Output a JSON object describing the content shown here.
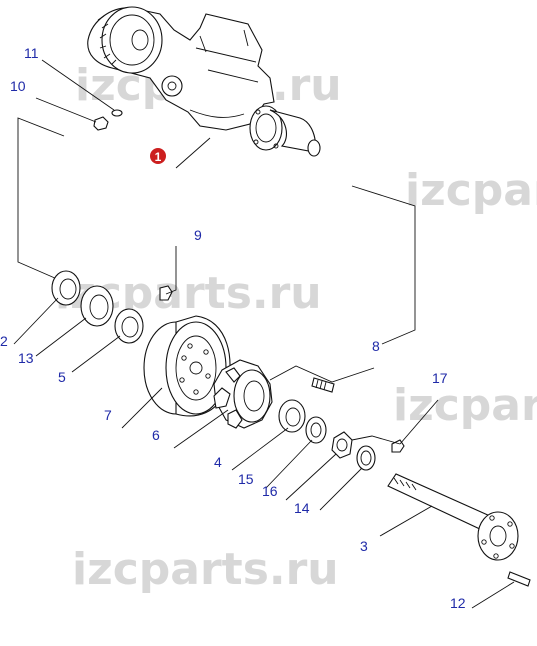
{
  "watermark": {
    "text": "izcparts.ru",
    "color": "#d7d7d7"
  },
  "callouts": {
    "c1": "1",
    "c2": "2",
    "c3": "3",
    "c4": "4",
    "c5": "5",
    "c6": "6",
    "c7": "7",
    "c8": "8",
    "c9": "9",
    "c10": "10",
    "c11": "11",
    "c12": "12",
    "c13": "13",
    "c14": "14",
    "c15": "15",
    "c16": "16",
    "c17": "17"
  },
  "colors": {
    "callout_text": "#1f2aa8",
    "badge": "#cc1f1f",
    "line": "#111111"
  }
}
